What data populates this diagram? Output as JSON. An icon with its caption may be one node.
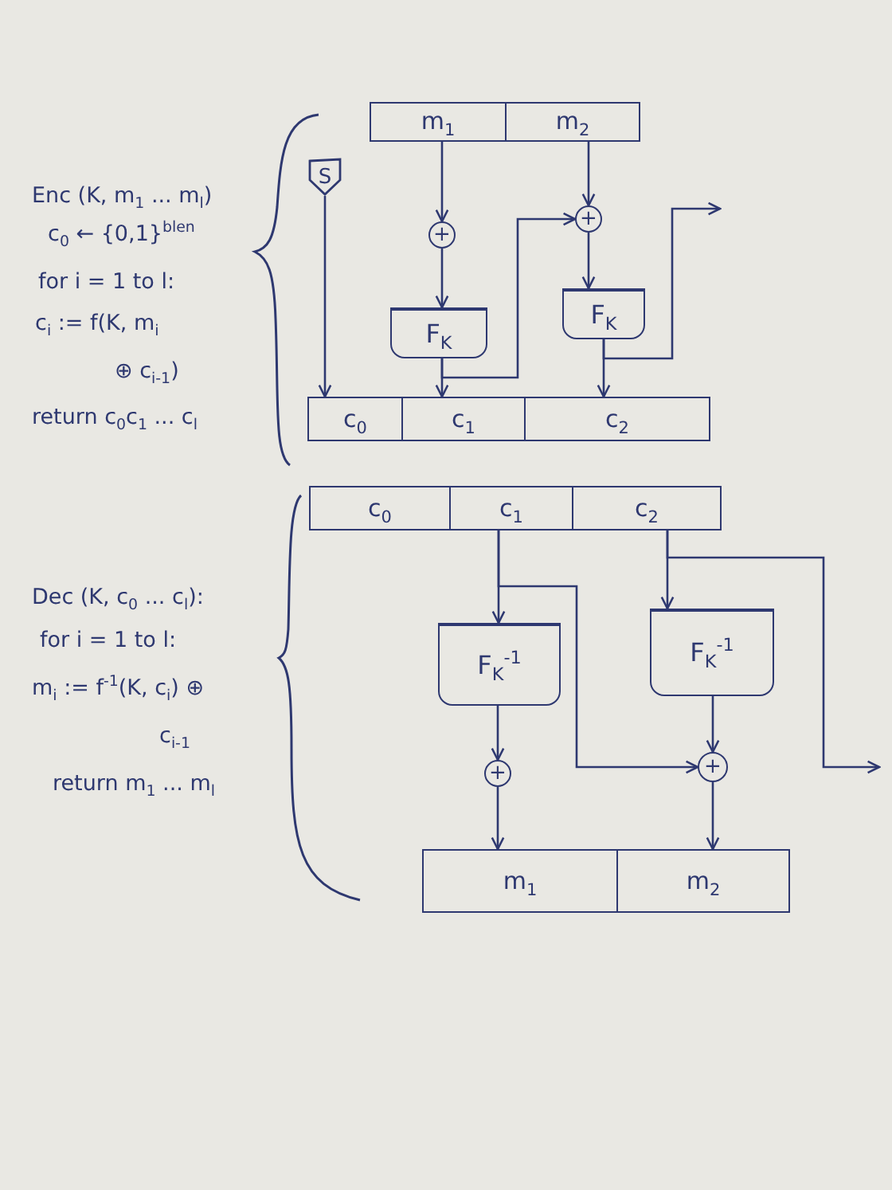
{
  "diagram": {
    "nodes": [
      {
        "text": [
          "m$_{1}$"
        ]
      },
      {
        "text": [
          "m$_{2}$"
        ]
      },
      {
        "text": [
          "S"
        ]
      },
      {
        "text": [
          "+"
        ]
      },
      {
        "text": [
          "+"
        ]
      },
      {
        "text": [
          "F$_{K}$"
        ]
      },
      {
        "text": [
          "F$_{K}$"
        ]
      },
      {
        "text": [
          "c$_{0}$"
        ]
      },
      {
        "text": [
          "c$_{1}$"
        ]
      },
      {
        "text": [
          "c$_{2}$"
        ]
      },
      {
        "text": [
          "c$_{0}$"
        ]
      },
      {
        "text": [
          "c$_{1}$"
        ]
      },
      {
        "text": [
          "c$_{2}$"
        ]
      },
      {
        "text": [
          "F$_{K}$$^{-1}$"
        ]
      },
      {
        "text": [
          "F$_{K}$$^{-1}$"
        ]
      },
      {
        "text": [
          "+"
        ]
      },
      {
        "text": [
          "+"
        ]
      },
      {
        "text": [
          "m$_{1}$"
        ]
      },
      {
        "text": [
          "m$_{2}$"
        ]
      }
    ],
    "edges": [
      {
        "from": 0,
        "to": 3,
        "arrow": "to"
      },
      {
        "from": 3,
        "to": 5,
        "arrow": "to"
      },
      {
        "from": 5,
        "to": 8,
        "arrow": "to"
      },
      {
        "from": 2,
        "to": 7,
        "arrow": "to"
      },
      {
        "from": 5,
        "to": 4,
        "arrow": "to"
      },
      {
        "from": 1,
        "to": 4,
        "arrow": "to"
      },
      {
        "from": 4,
        "to": 6,
        "arrow": "to"
      },
      {
        "from": 6,
        "to": 9,
        "arrow": "to"
      },
      {
        "from": 6,
        "to": null,
        "arrow": "to"
      },
      {
        "from": 11,
        "to": 13,
        "arrow": "to"
      },
      {
        "from": 11,
        "to": 16,
        "arrow": "to"
      },
      {
        "from": 12,
        "to": 14,
        "arrow": "to"
      },
      {
        "from": 12,
        "to": null,
        "arrow": "to"
      },
      {
        "from": 13,
        "to": 15,
        "arrow": "to"
      },
      {
        "from": 15,
        "to": 17,
        "arrow": "to"
      },
      {
        "from": 14,
        "to": 16,
        "arrow": "to"
      },
      {
        "from": 16,
        "to": 18,
        "arrow": "to"
      }
    ],
    "labels": [
      "Enc (K, m$_{1}$ ... m$_{l}$)",
      "c$_{0}$ ← {0,1}$^{blen}$",
      "for i = 1 to l:",
      "c$_{i}$ := f(K, m$_{i}$ ⊕ c$_{i-1}$)",
      "return c$_{0}$c$_{1}$ ... c$_{l}$",
      "Dec (K, c$_{0}$ ... c$_{l}$):",
      "for i = 1 to l:",
      "m$_{i}$ := f$^{-1}$(K, c$_{i}$) ⊕ c$_{i-1}$",
      "return m$_{1}$ ... m$_{l}$"
    ]
  }
}
